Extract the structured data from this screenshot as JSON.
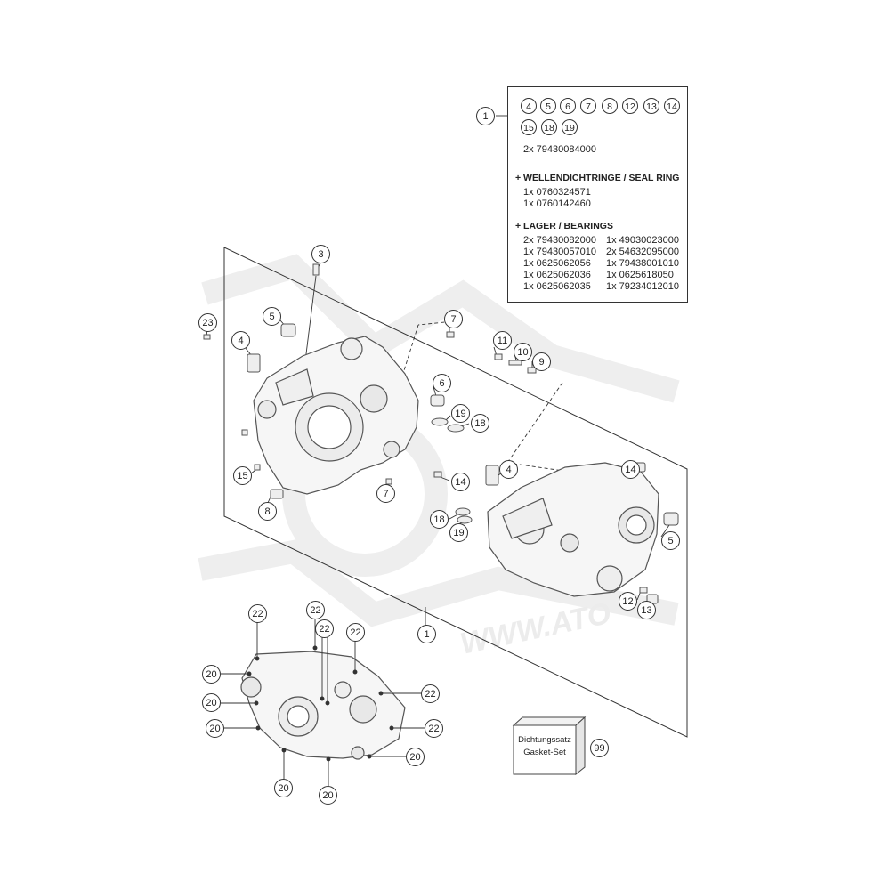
{
  "kit": {
    "callout": "1",
    "parts_row1": [
      "4",
      "5",
      "6",
      "7",
      "8",
      "12",
      "13",
      "14"
    ],
    "parts_row2": [
      "15",
      "18",
      "19"
    ],
    "line_screws": "2x 79430084000",
    "seal_header": "+ WELLENDICHTRINGE /  SEAL RING",
    "seal_lines": [
      "1x 0760324571",
      "1x 0760142460"
    ],
    "bearing_header": "+ LAGER / BEARINGS",
    "bearing_left": [
      "2x 79430082000",
      "1x 79430057010",
      "1x 0625062056",
      "1x 0625062036",
      "1x 0625062035"
    ],
    "bearing_right": [
      "1x 49030023000",
      "2x 54632095000",
      "1x 79438001010",
      "1x 0625618050",
      "1x 79234012010"
    ]
  },
  "callouts": {
    "c3": "3",
    "c5a": "5",
    "c23": "23",
    "c4a": "4",
    "c7a": "7",
    "c11": "11",
    "c10": "10",
    "c9": "9",
    "c6": "6",
    "c19a": "19",
    "c18a": "18",
    "c15": "15",
    "c7b": "7",
    "c14a": "14",
    "c4b": "4",
    "c14b": "14",
    "c8": "8",
    "c18b": "18",
    "c19b": "19",
    "c5b": "5",
    "c12": "12",
    "c13": "13",
    "c1b": "1",
    "c22a": "22",
    "c22b": "22",
    "c22c": "22",
    "c22d": "22",
    "c22e": "22",
    "c22f": "22",
    "c20a": "20",
    "c20b": "20",
    "c20c": "20",
    "c20d": "20",
    "c20e": "20",
    "c20f": "20",
    "c99": "99"
  },
  "gasket": {
    "line1": "Dichtungssatz",
    "line2": "Gasket-Set"
  },
  "watermark": {
    "text": "WWW.ATO"
  },
  "colors": {
    "line": "#333333",
    "part_fill": "#f4f4f4",
    "part_stroke": "#555555",
    "watermark": "#ececec"
  }
}
